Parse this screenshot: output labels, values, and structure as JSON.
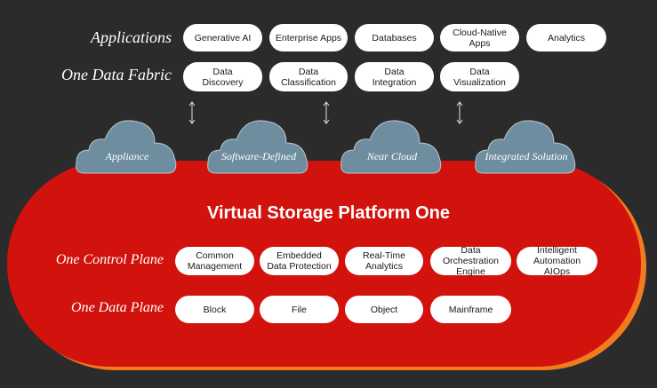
{
  "rows": {
    "applications": "Applications",
    "data_fabric": "One Data Fabric",
    "control_plane": "One Control Plane",
    "data_plane": "One Data Plane"
  },
  "applications": [
    "Generative AI",
    "Enterprise Apps",
    "Databases",
    "Cloud-Native Apps",
    "Analytics"
  ],
  "data_fabric": [
    [
      "Data",
      "Discovery"
    ],
    [
      "Data",
      "Classification"
    ],
    [
      "Data",
      "Integration"
    ],
    [
      "Data",
      "Visualization"
    ]
  ],
  "clouds": [
    "Appliance",
    "Software-Defined",
    "Near Cloud",
    "Integrated Solution"
  ],
  "platform": {
    "title": "Virtual Storage Platform One"
  },
  "control_plane": [
    [
      "Common",
      "Management"
    ],
    [
      "Embedded",
      "Data Protection"
    ],
    [
      "Real-Time",
      "Analytics"
    ],
    [
      "Data Orchestration",
      "Engine"
    ],
    [
      "Intelligent",
      "Automation AIOps"
    ]
  ],
  "data_plane": [
    "Block",
    "File",
    "Object",
    "Mainframe"
  ],
  "colors": {
    "background": "#2b2b2b",
    "platform_red": "#d2120c",
    "platform_edge": "#f27a1f",
    "cloud_fill": "#6e8ea0",
    "pill": "#ffffff"
  }
}
